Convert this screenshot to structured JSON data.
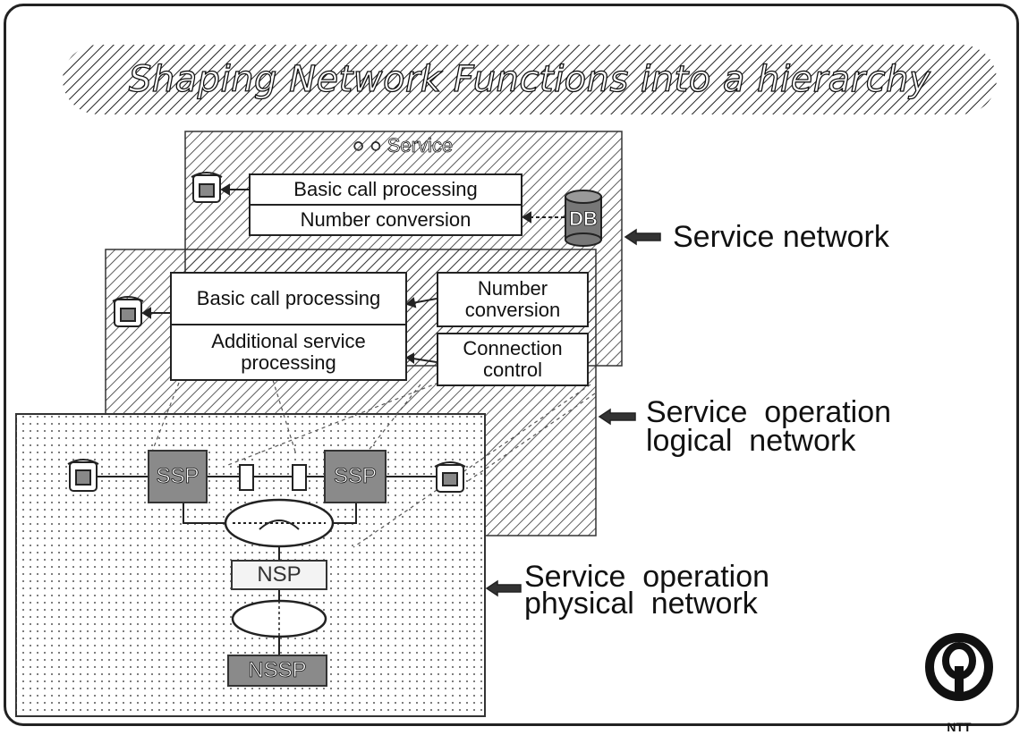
{
  "title": "Shaping Network Functions into a hierarchy",
  "service_network": {
    "header": "○ ○ Service",
    "boxes": [
      "Basic call processing",
      "Number conversion"
    ],
    "db": "DB",
    "label": "Service network"
  },
  "logical_network": {
    "boxes": {
      "basic": "Basic call processing",
      "additional": "Additional service processing",
      "number": "Number conversion",
      "connection": "Connection control"
    },
    "label_line1": "Service  operation",
    "label_line2": "logical  network"
  },
  "physical_network": {
    "ssp_left": "SSP",
    "ssp_right": "SSP",
    "nsp": "NSP",
    "nssp": "NSSP",
    "label_line1": "Service  operation",
    "label_line2": "physical  network"
  },
  "logo_text": "NTT"
}
